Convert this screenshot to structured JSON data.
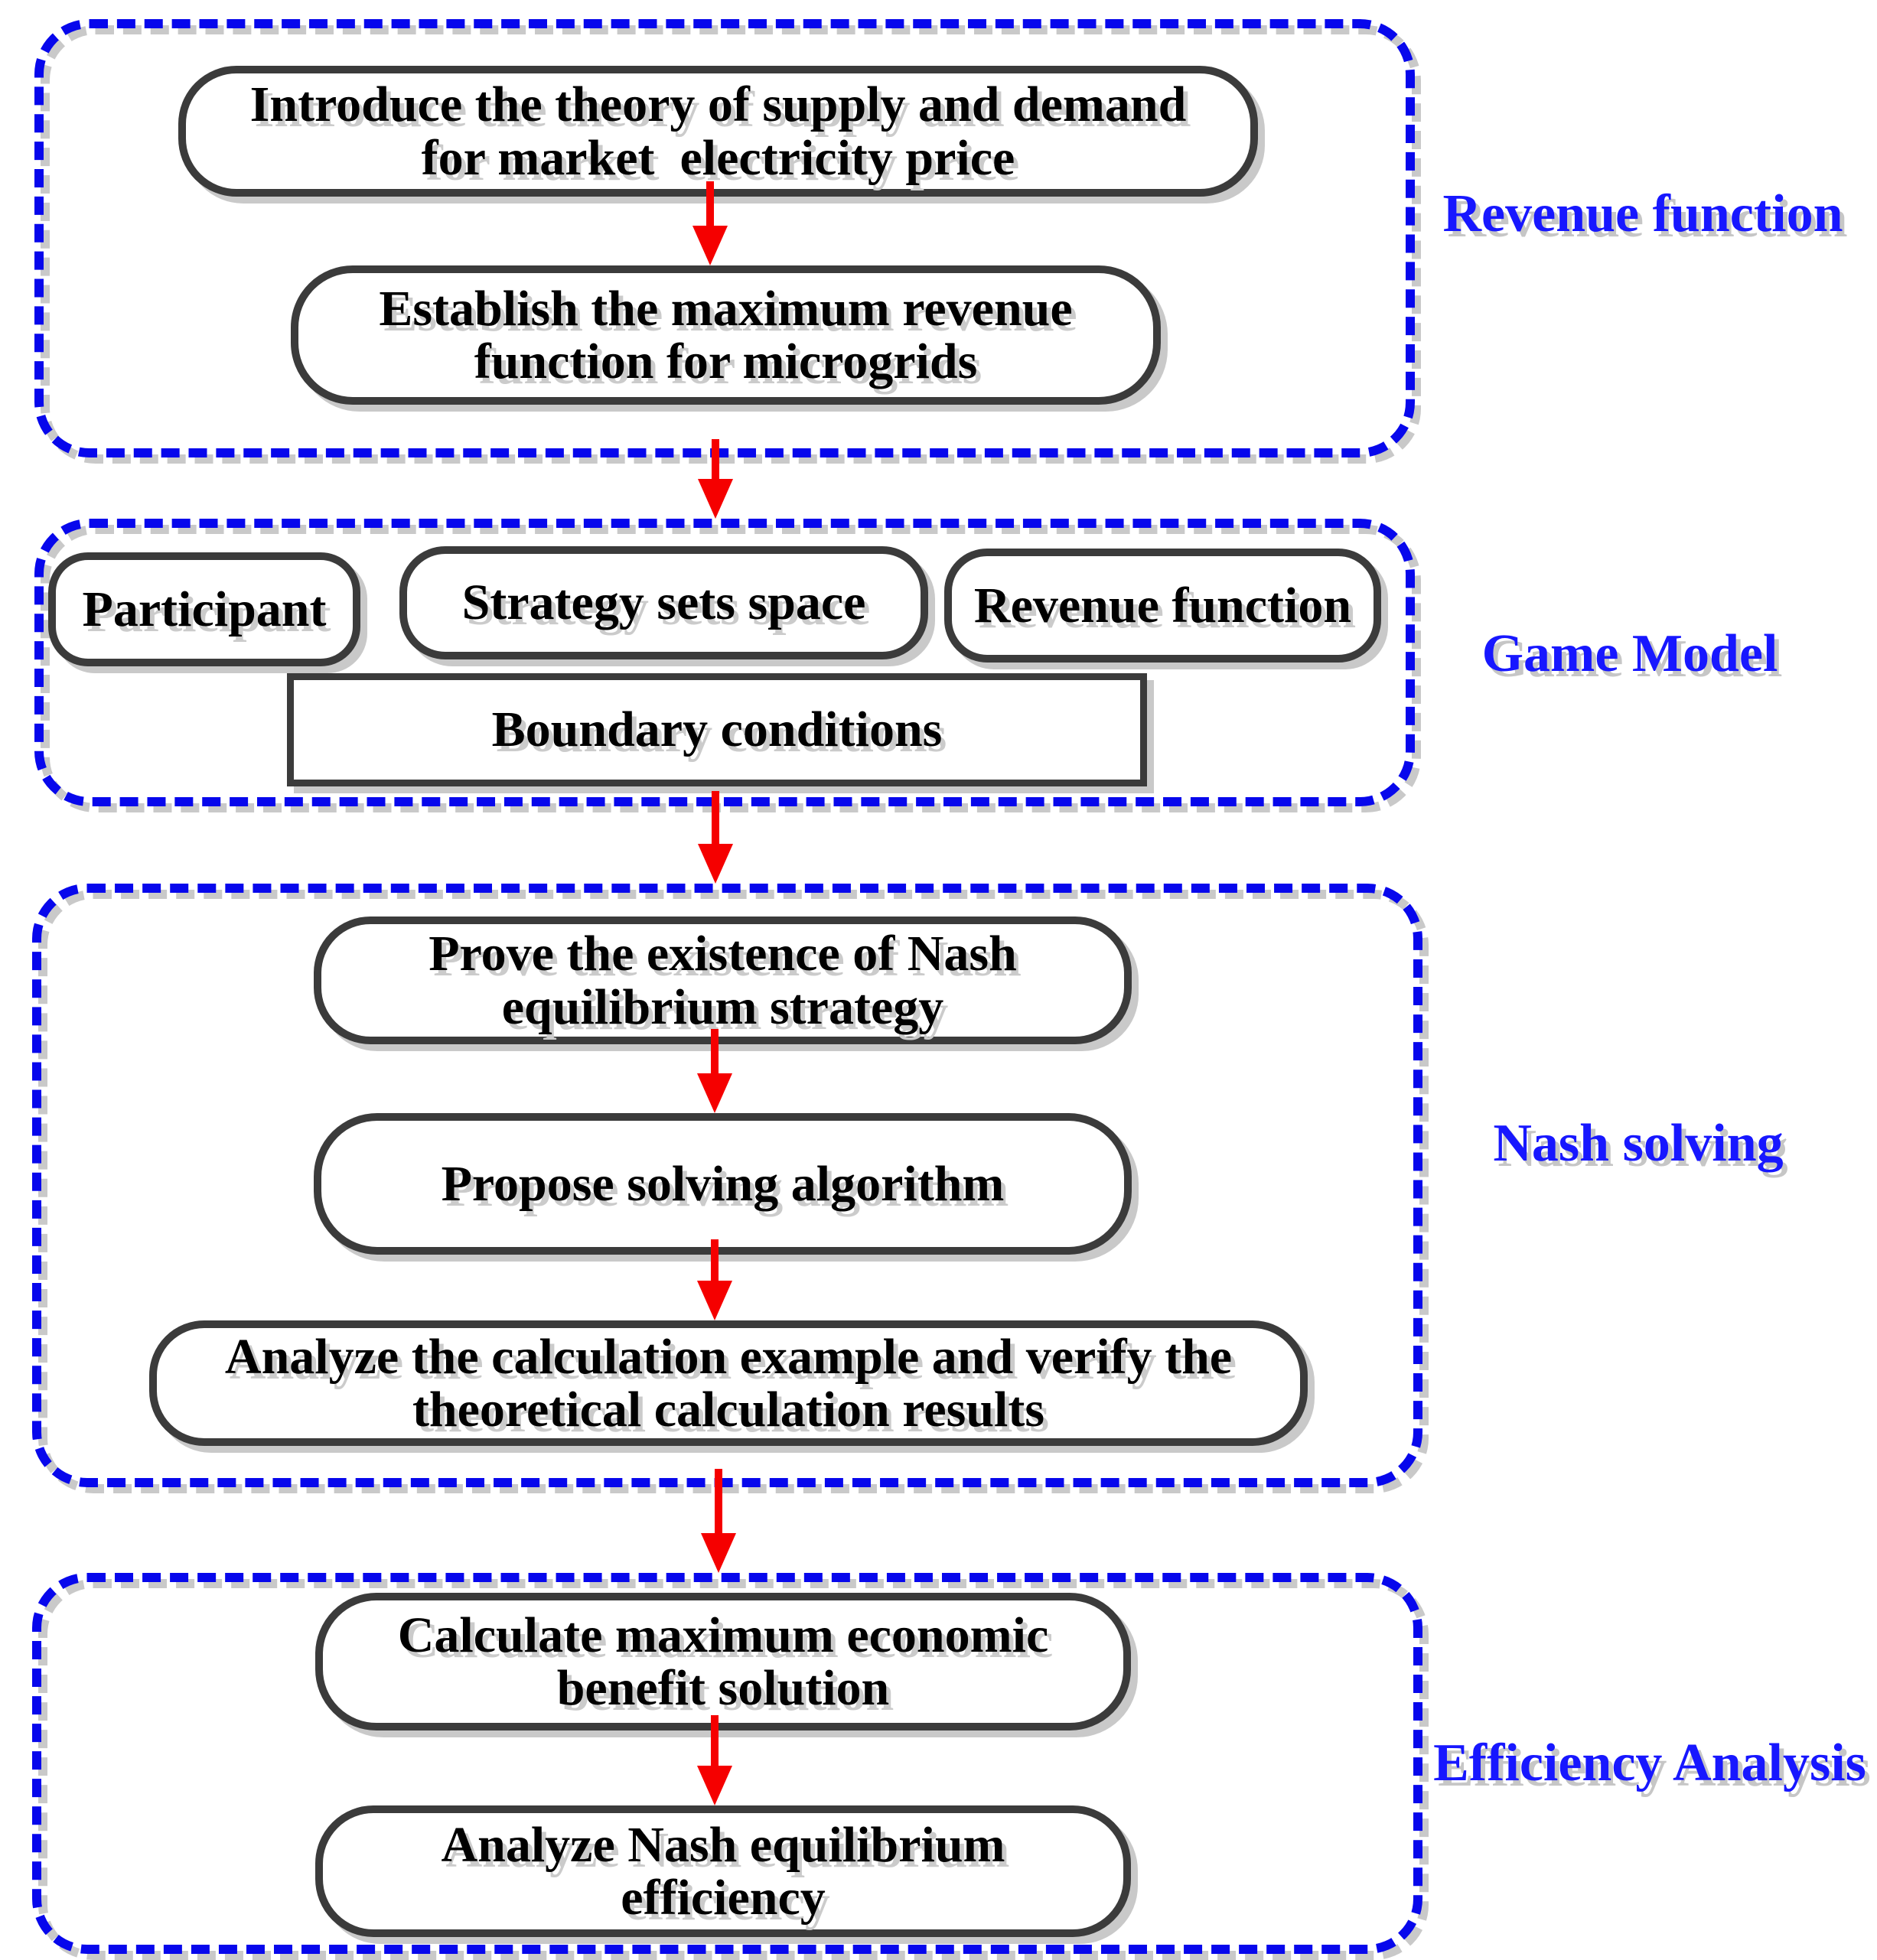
{
  "title": "Microgrid game research flowchart",
  "colors": {
    "background": "#FFFFFF",
    "frame_blue": "#0707EC",
    "label_blue": "#1717FF",
    "arrow_red": "#F50000",
    "node_border": "#3B3B3B",
    "shadow": "#C9C9C9",
    "text": "#000000"
  },
  "sections": [
    {
      "label": "Revenue function",
      "nodes": [
        {
          "text": "Introduce the theory of supply and demand\nfor market  electricity price",
          "shape": "stadium"
        },
        {
          "text": "Establish the maximum revenue\nfunction for microgrids",
          "shape": "stadium"
        }
      ]
    },
    {
      "label": "Game Model",
      "nodes": [
        {
          "text": "Participant",
          "shape": "stadium"
        },
        {
          "text": "Strategy sets space",
          "shape": "stadium"
        },
        {
          "text": "Revenue function",
          "shape": "stadium"
        },
        {
          "text": "Boundary conditions",
          "shape": "rectangle"
        }
      ]
    },
    {
      "label": "Nash solving",
      "nodes": [
        {
          "text": "Prove the existence of Nash\nequilibrium strategy",
          "shape": "stadium"
        },
        {
          "text": "Propose solving algorithm",
          "shape": "stadium"
        },
        {
          "text": "Analyze the calculation example and verify the\ntheoretical calculation results",
          "shape": "stadium"
        }
      ]
    },
    {
      "label": "Efficiency Analysis",
      "nodes": [
        {
          "text": "Calculate maximum economic\nbenefit solution",
          "shape": "stadium"
        },
        {
          "text": "Analyze Nash equilibrium\nefficiency",
          "shape": "stadium"
        }
      ]
    }
  ]
}
